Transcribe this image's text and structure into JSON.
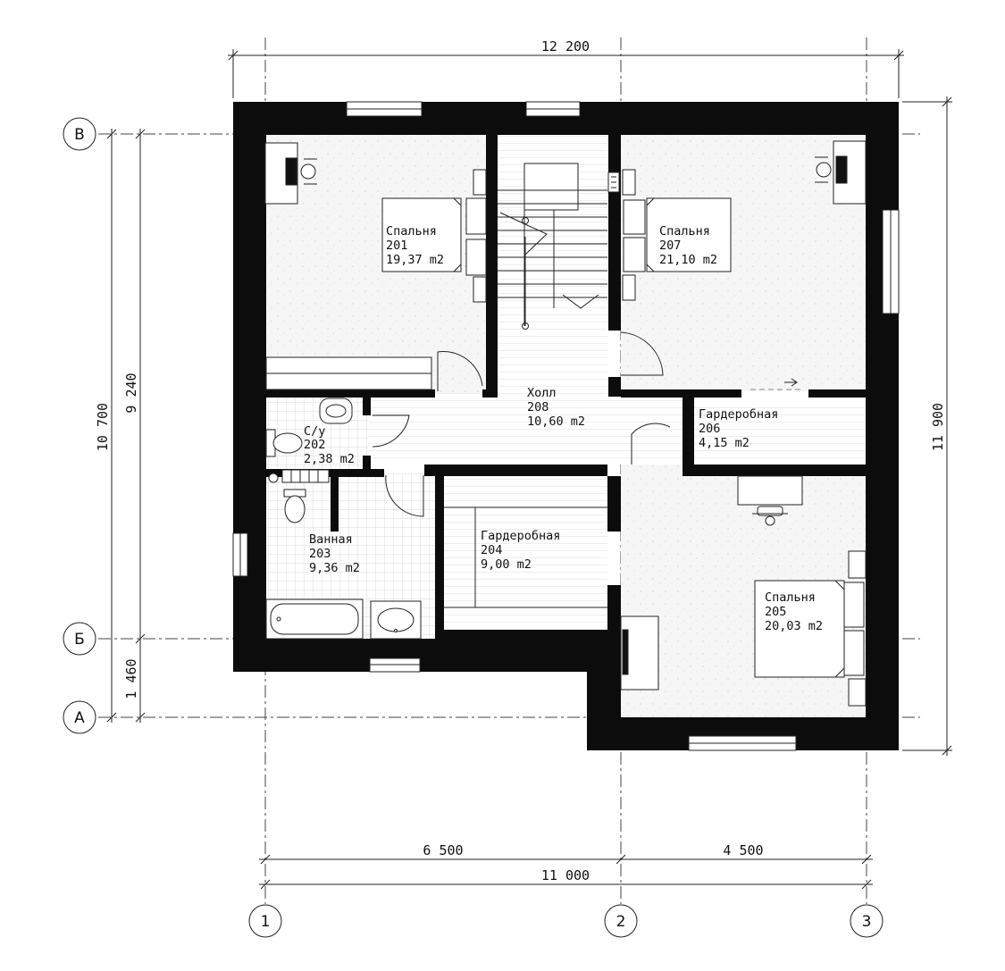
{
  "colors": {
    "wall": "#0c0c0c",
    "floor_carpet": "#f4f4f4",
    "tile_grid": "#c9c9c9",
    "line": "#222222"
  },
  "dimensions": {
    "top_total": "12 200",
    "right_total": "11 900",
    "left_outer": "10 700",
    "left_inner": "9 240",
    "left_lower": "1 460",
    "bottom_left": "6 500",
    "bottom_right": "4 500",
    "bottom_total": "11 000"
  },
  "axes": {
    "rows": [
      "В",
      "Б",
      "А"
    ],
    "columns": [
      "1",
      "2",
      "3"
    ]
  },
  "rooms": {
    "r201": {
      "name": "Спальня",
      "number": "201",
      "area": "19,37 m2"
    },
    "r202": {
      "name": "С/у",
      "number": "202",
      "area": "2,38 m2"
    },
    "r203": {
      "name": "Ванная",
      "number": "203",
      "area": "9,36 m2"
    },
    "r204": {
      "name": "Гардеробная",
      "number": "204",
      "area": "9,00 m2"
    },
    "r205": {
      "name": "Спальня",
      "number": "205",
      "area": "20,03 m2"
    },
    "r206": {
      "name": "Гардеробная",
      "number": "206",
      "area": "4,15 m2"
    },
    "r207": {
      "name": "Спальня",
      "number": "207",
      "area": "21,10 m2"
    },
    "r208": {
      "name": "Холл",
      "number": "208",
      "area": "10,60 m2"
    }
  },
  "icons": [
    "desk-chair-icon",
    "bed-icon",
    "toilet-icon",
    "sink-icon",
    "bathtub-icon",
    "stairs-icon",
    "door-swing-icon",
    "window-icon",
    "wardrobe-icon"
  ]
}
